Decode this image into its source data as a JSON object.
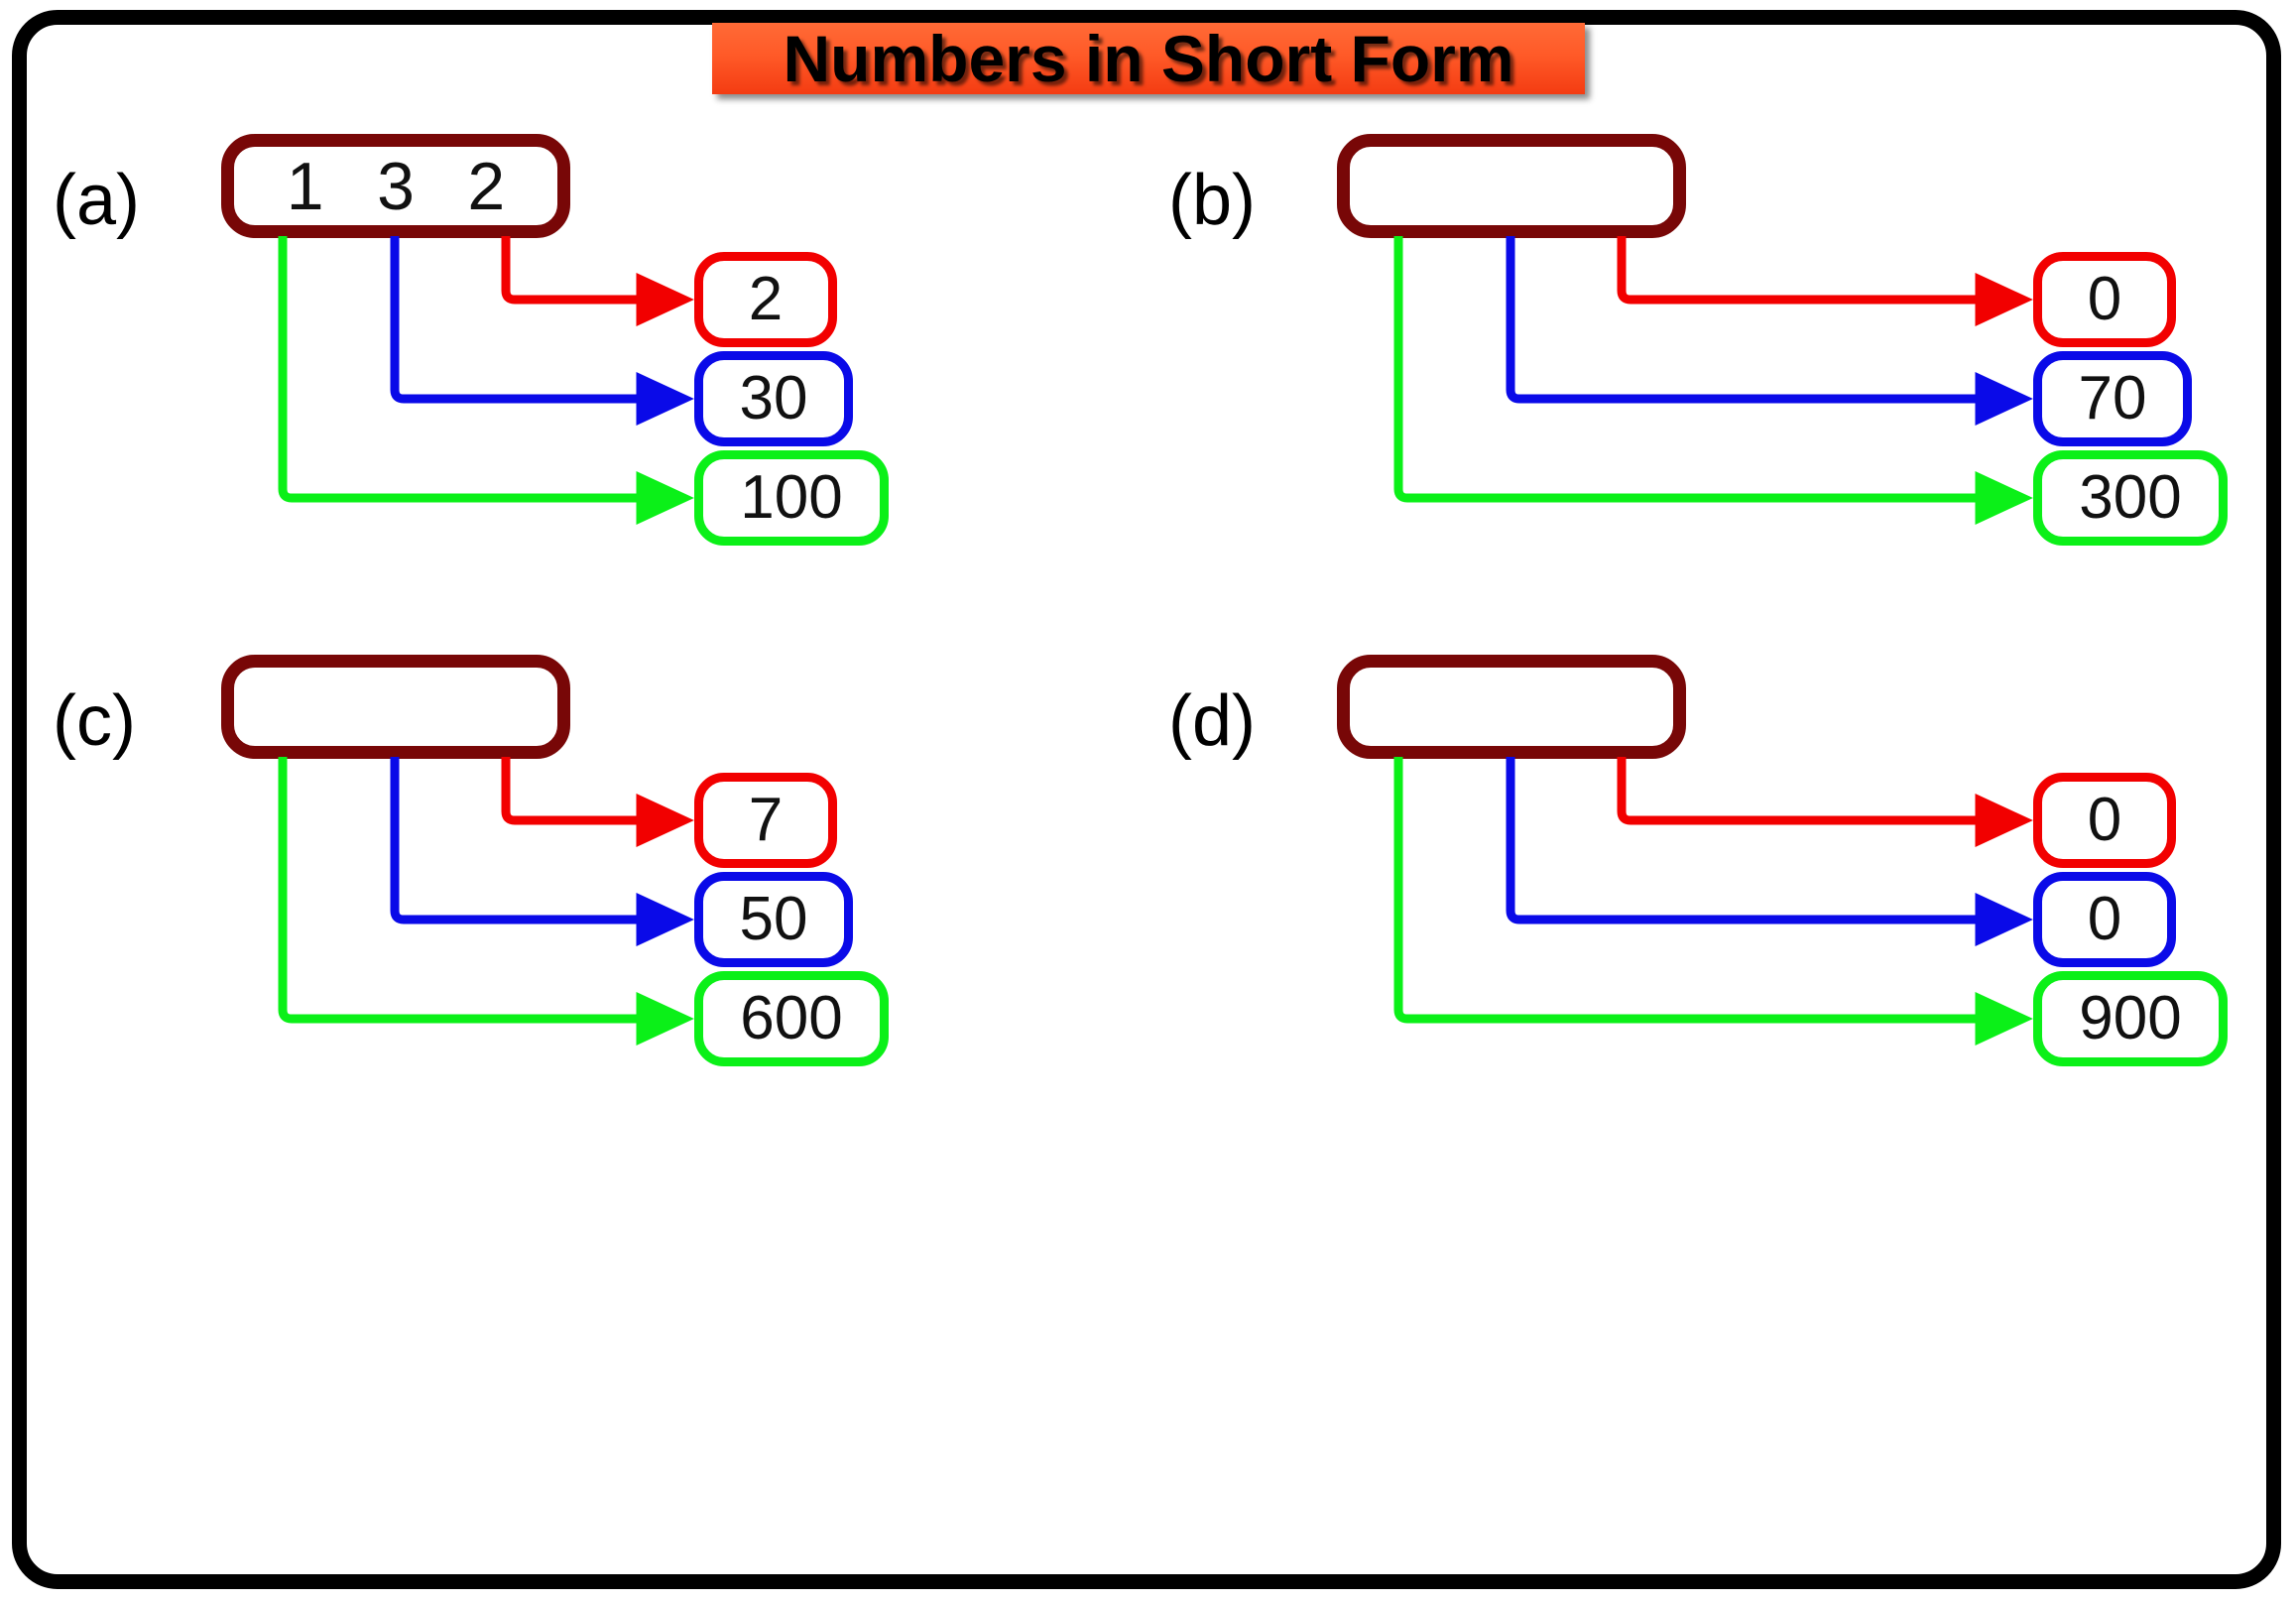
{
  "title": "Numbers in Short Form",
  "colors": {
    "frame": "#000000",
    "banner_top": "#ff6a36",
    "banner_bottom": "#f43c12",
    "digit_box_border": "#780707",
    "ones": "#f20000",
    "tens": "#0a0ae8",
    "hundreds": "#0bf018"
  },
  "panels": [
    {
      "label": "(a)",
      "digits": [
        "1",
        "3",
        "2"
      ],
      "results": [
        {
          "place": "ones",
          "value": "2"
        },
        {
          "place": "tens",
          "value": "30"
        },
        {
          "place": "hundreds",
          "value": "100"
        }
      ]
    },
    {
      "label": "(b)",
      "digits": [
        "",
        "",
        ""
      ],
      "results": [
        {
          "place": "ones",
          "value": "0"
        },
        {
          "place": "tens",
          "value": "70"
        },
        {
          "place": "hundreds",
          "value": "300"
        }
      ]
    },
    {
      "label": "(c)",
      "digits": [
        "",
        "",
        ""
      ],
      "results": [
        {
          "place": "ones",
          "value": "7"
        },
        {
          "place": "tens",
          "value": "50"
        },
        {
          "place": "hundreds",
          "value": "600"
        }
      ]
    },
    {
      "label": "(d)",
      "digits": [
        "",
        "",
        ""
      ],
      "results": [
        {
          "place": "ones",
          "value": "0"
        },
        {
          "place": "tens",
          "value": "0"
        },
        {
          "place": "hundreds",
          "value": "900"
        }
      ]
    }
  ]
}
